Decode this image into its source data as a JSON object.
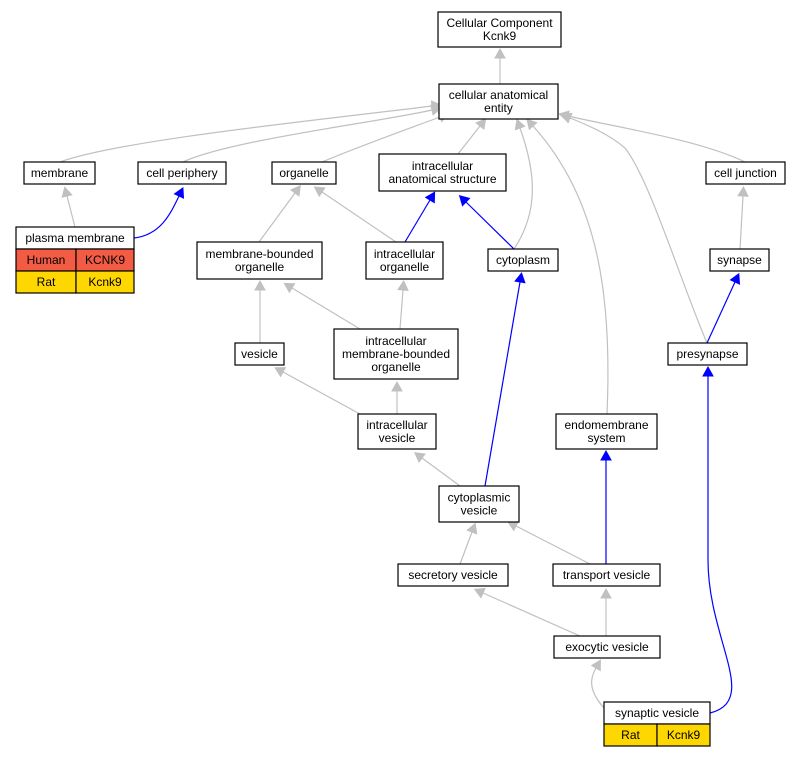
{
  "colors": {
    "is_a_edge": "#c0c0c0",
    "part_of_edge": "#0000ff",
    "human_cell": "#f35c44",
    "rat_cell": "#ffd700",
    "node_border": "#000000",
    "node_fill": "#ffffff"
  },
  "nodes": [
    {
      "id": "root",
      "lines": [
        "Cellular Component",
        "Kcnk9"
      ]
    },
    {
      "id": "cae",
      "lines": [
        "cellular anatomical",
        "entity"
      ]
    },
    {
      "id": "membrane",
      "lines": [
        "membrane"
      ]
    },
    {
      "id": "cell_periphery",
      "lines": [
        "cell periphery"
      ]
    },
    {
      "id": "organelle",
      "lines": [
        "organelle"
      ]
    },
    {
      "id": "ias",
      "lines": [
        "intracellular",
        "anatomical structure"
      ]
    },
    {
      "id": "cell_junction",
      "lines": [
        "cell junction"
      ]
    },
    {
      "id": "plasma_membrane",
      "lines": [
        "plasma membrane"
      ]
    },
    {
      "id": "mbo",
      "lines": [
        "membrane-bounded",
        "organelle"
      ]
    },
    {
      "id": "io",
      "lines": [
        "intracellular",
        "organelle"
      ]
    },
    {
      "id": "cytoplasm",
      "lines": [
        "cytoplasm"
      ]
    },
    {
      "id": "synapse",
      "lines": [
        "synapse"
      ]
    },
    {
      "id": "vesicle",
      "lines": [
        "vesicle"
      ]
    },
    {
      "id": "imbo",
      "lines": [
        "intracellular",
        "membrane-bounded",
        "organelle"
      ]
    },
    {
      "id": "presynapse",
      "lines": [
        "presynapse"
      ]
    },
    {
      "id": "iv",
      "lines": [
        "intracellular",
        "vesicle"
      ]
    },
    {
      "id": "endomembrane",
      "lines": [
        "endomembrane",
        "system"
      ]
    },
    {
      "id": "cv",
      "lines": [
        "cytoplasmic",
        "vesicle"
      ]
    },
    {
      "id": "secretory",
      "lines": [
        "secretory vesicle"
      ]
    },
    {
      "id": "transport",
      "lines": [
        "transport vesicle"
      ]
    },
    {
      "id": "exocytic",
      "lines": [
        "exocytic vesicle"
      ]
    },
    {
      "id": "synaptic",
      "lines": [
        "synaptic vesicle"
      ]
    }
  ],
  "annotations": [
    {
      "node": "plasma_membrane",
      "rows": [
        {
          "species": "Human",
          "gene": "KCNK9",
          "color": "#f35c44"
        },
        {
          "species": "Rat",
          "gene": "Kcnk9",
          "color": "#ffd700"
        }
      ]
    },
    {
      "node": "synaptic",
      "rows": [
        {
          "species": "Rat",
          "gene": "Kcnk9",
          "color": "#ffd700"
        }
      ]
    }
  ],
  "edges": [
    {
      "from": "cae",
      "to": "root",
      "type": "is_a"
    },
    {
      "from": "membrane",
      "to": "cae",
      "type": "is_a"
    },
    {
      "from": "cell_periphery",
      "to": "cae",
      "type": "is_a"
    },
    {
      "from": "organelle",
      "to": "cae",
      "type": "is_a"
    },
    {
      "from": "ias",
      "to": "cae",
      "type": "is_a"
    },
    {
      "from": "cytoplasm",
      "to": "cae",
      "type": "is_a"
    },
    {
      "from": "endomembrane",
      "to": "cae",
      "type": "is_a"
    },
    {
      "from": "presynapse",
      "to": "cae",
      "type": "is_a"
    },
    {
      "from": "cell_junction",
      "to": "cae",
      "type": "is_a"
    },
    {
      "from": "plasma_membrane",
      "to": "membrane",
      "type": "is_a"
    },
    {
      "from": "plasma_membrane",
      "to": "cell_periphery",
      "type": "part_of"
    },
    {
      "from": "mbo",
      "to": "organelle",
      "type": "is_a"
    },
    {
      "from": "io",
      "to": "organelle",
      "type": "is_a"
    },
    {
      "from": "io",
      "to": "ias",
      "type": "part_of"
    },
    {
      "from": "cytoplasm",
      "to": "ias",
      "type": "part_of"
    },
    {
      "from": "synapse",
      "to": "cell_junction",
      "type": "is_a"
    },
    {
      "from": "vesicle",
      "to": "mbo",
      "type": "is_a"
    },
    {
      "from": "imbo",
      "to": "mbo",
      "type": "is_a"
    },
    {
      "from": "imbo",
      "to": "io",
      "type": "is_a"
    },
    {
      "from": "presynapse",
      "to": "synapse",
      "type": "part_of"
    },
    {
      "from": "iv",
      "to": "vesicle",
      "type": "is_a"
    },
    {
      "from": "iv",
      "to": "imbo",
      "type": "is_a"
    },
    {
      "from": "cv",
      "to": "iv",
      "type": "is_a"
    },
    {
      "from": "cv",
      "to": "cytoplasm",
      "type": "part_of"
    },
    {
      "from": "secretory",
      "to": "cv",
      "type": "is_a"
    },
    {
      "from": "transport",
      "to": "cv",
      "type": "is_a"
    },
    {
      "from": "transport",
      "to": "endomembrane",
      "type": "part_of"
    },
    {
      "from": "exocytic",
      "to": "secretory",
      "type": "is_a"
    },
    {
      "from": "exocytic",
      "to": "transport",
      "type": "is_a"
    },
    {
      "from": "synaptic",
      "to": "exocytic",
      "type": "is_a"
    },
    {
      "from": "synaptic",
      "to": "presynapse",
      "type": "part_of"
    }
  ]
}
